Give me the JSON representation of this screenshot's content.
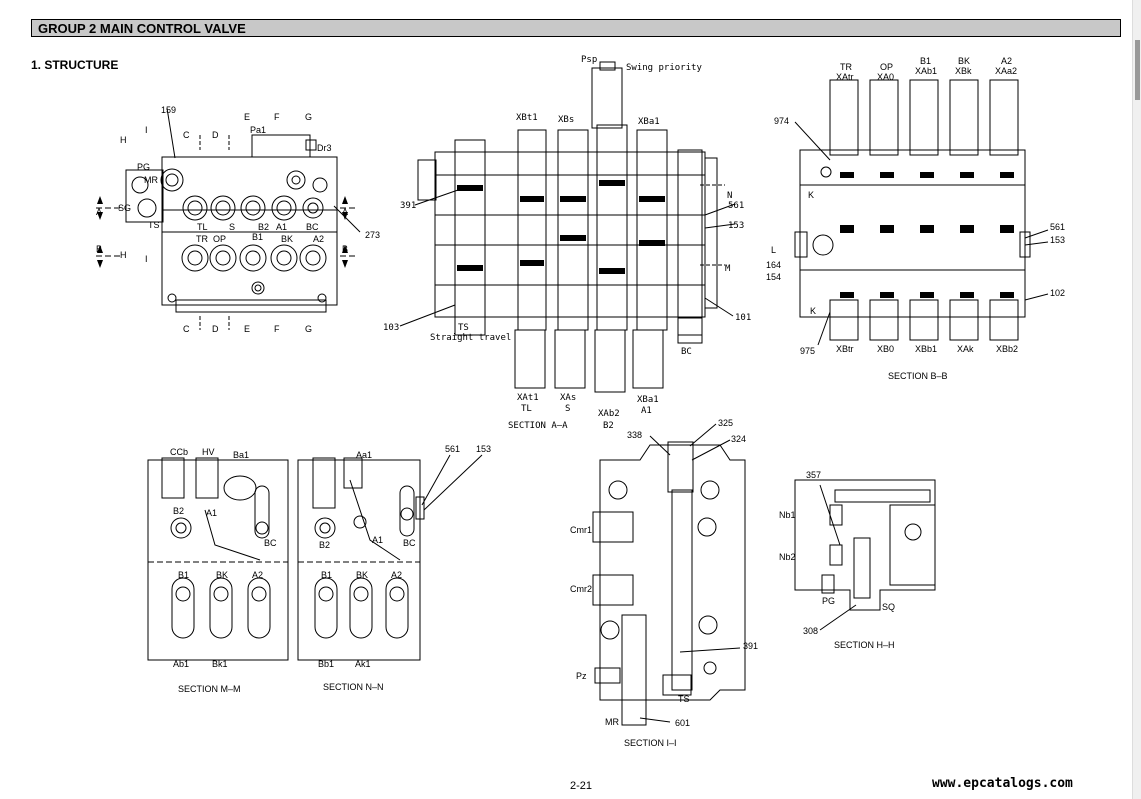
{
  "header": {
    "title": "GROUP  2  MAIN CONTROL VALVE"
  },
  "section": {
    "title": "1. STRUCTURE"
  },
  "views": {
    "top_view": {
      "labels": [
        "159",
        "Pa1",
        "Dr3",
        "PG",
        "MR",
        "SG",
        "TS",
        "TL",
        "S",
        "B2",
        "A1",
        "BC",
        "TR",
        "OP",
        "B1",
        "BK",
        "A2",
        "273"
      ],
      "cut_marks": [
        "E",
        "F",
        "G",
        "H",
        "I",
        "C",
        "D",
        "A",
        "B"
      ]
    },
    "section_aa": {
      "title": "SECTION  A–A",
      "labels": [
        "Psp",
        "Swing priority",
        "XBt1",
        "XBs",
        "XBa1",
        "391",
        "N",
        "561",
        "153",
        "M",
        "103",
        "TS",
        "Straight travel",
        "101",
        "BC",
        "XAt1",
        "TL",
        "XAs",
        "S",
        "XAb2",
        "B2",
        "XBa1",
        "A1"
      ]
    },
    "section_bb": {
      "title": "SECTION  B–B",
      "labels": [
        "TR",
        "XAtr",
        "OP",
        "XA0",
        "B1",
        "XAb1",
        "BK",
        "XBk",
        "A2",
        "XAa2",
        "974",
        "K",
        "L",
        "164",
        "154",
        "561",
        "153",
        "102",
        "975",
        "XBtr",
        "XB0",
        "XBb1",
        "XAk",
        "XBb2"
      ]
    },
    "section_mm": {
      "title": "SECTION  M–M",
      "labels": [
        "CCb",
        "HV",
        "Ba1",
        "B2",
        "A1",
        "BC",
        "B1",
        "BK",
        "A2",
        "Ab1",
        "Bk1"
      ]
    },
    "section_nn": {
      "title": "SECTION  N–N",
      "labels": [
        "Aa1",
        "561",
        "153",
        "B2",
        "A1",
        "BC",
        "B1",
        "BK",
        "A2",
        "Bb1",
        "Ak1"
      ]
    },
    "section_ii": {
      "title": "SECTION  I–I",
      "labels": [
        "338",
        "325",
        "324",
        "Cmr1",
        "Cmr2",
        "391",
        "Pz",
        "TS",
        "MR",
        "601"
      ]
    },
    "section_hh": {
      "title": "SECTION  H–H",
      "labels": [
        "357",
        "Nb1",
        "Nb2",
        "PG",
        "SQ",
        "308"
      ]
    }
  },
  "footer": {
    "page": "2-21",
    "website": "www.epcatalogs.com"
  }
}
